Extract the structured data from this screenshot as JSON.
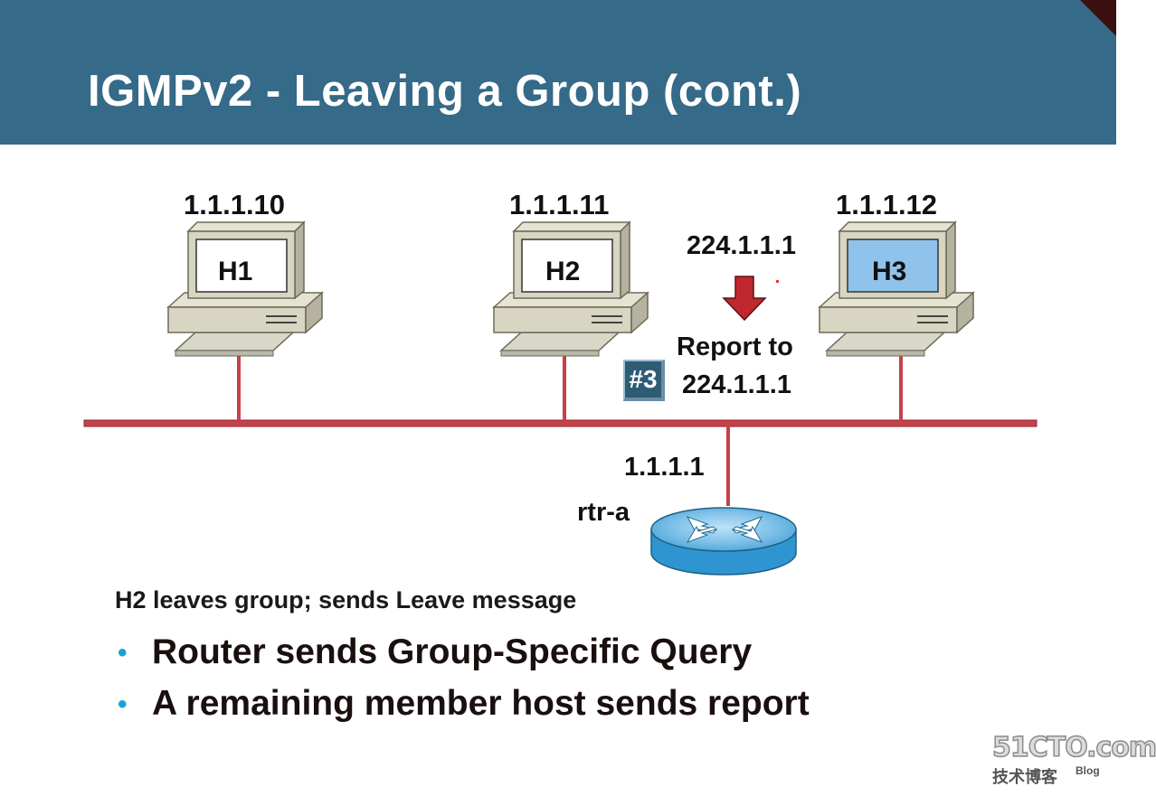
{
  "header": {
    "title": "IGMPv2 - Leaving a Group (cont.)"
  },
  "hosts": [
    {
      "name": "H1",
      "ip": "1.1.1.10",
      "screen_color": "#ffffff"
    },
    {
      "name": "H2",
      "ip": "1.1.1.11",
      "screen_color": "#ffffff"
    },
    {
      "name": "H3",
      "ip": "1.1.1.12",
      "screen_color": "#8fc3ec"
    }
  ],
  "group_address": "224.1.1.1",
  "report": {
    "line1": "Report to",
    "line2": "224.1.1.1"
  },
  "step": "#3",
  "router": {
    "name": "rtr-a",
    "ip": "1.1.1.1"
  },
  "intro": "H2 leaves group; sends Leave message",
  "bullets": [
    "Router sends Group-Specific Query",
    "A remaining member host sends report"
  ],
  "watermark": {
    "site": "51CTO.com",
    "chinese": "技术博客",
    "blog": "Blog"
  },
  "colors": {
    "header": "#356a88",
    "ethernet": "#c8404a",
    "arrow": "#c0282e",
    "router_body": "#2f95d0",
    "bullet": "#1aa3d9"
  }
}
